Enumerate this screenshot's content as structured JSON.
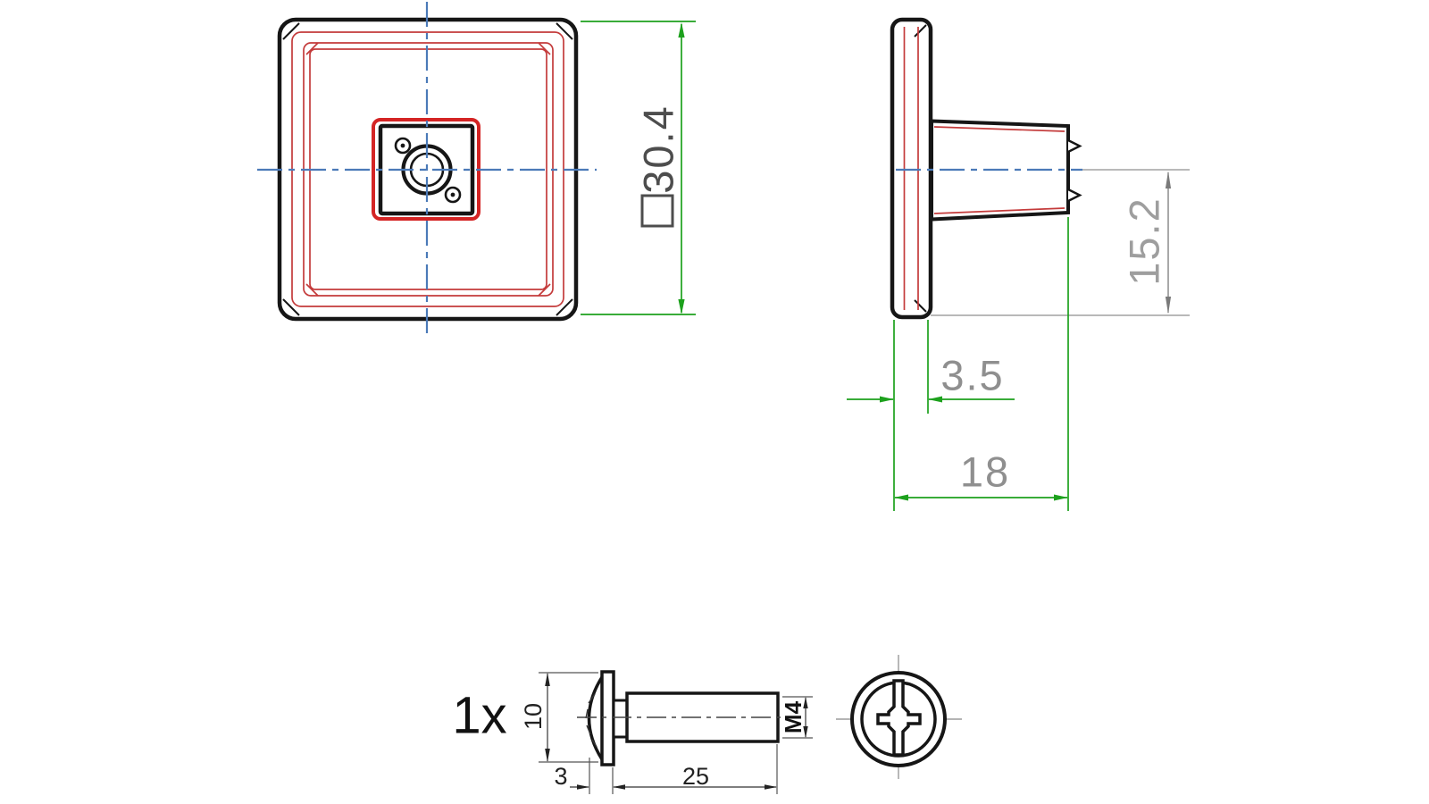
{
  "colors": {
    "outline": "#161616",
    "red_accent": "#c43b3b",
    "red_center": "#d42424",
    "centerline_blue": "#4b7ab8",
    "dimension_green": "#1da11d",
    "dimension_gray": "#8f8f8f",
    "text_dark": "#4d4d4d"
  },
  "front_view": {
    "size_dimension": {
      "symbol": "□",
      "value": "30.4"
    }
  },
  "side_view": {
    "half_height_dimension": "15.2",
    "plate_thickness_dimension": "3.5",
    "overall_depth_dimension": "18"
  },
  "screw": {
    "quantity": "1x",
    "head_diameter_dimension": "10",
    "head_height_dimension": "3",
    "length_dimension": "25",
    "thread_label": "M4"
  }
}
